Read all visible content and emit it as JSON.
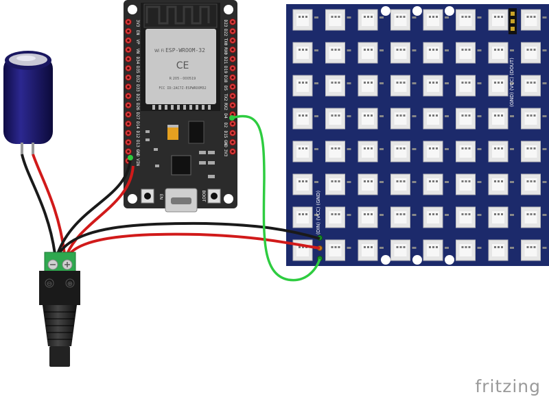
{
  "esp32": {
    "module_text": "ESP-WROOM-32",
    "fcc_text": "FCC ID:2AC7Z-ESPWROOM32",
    "r_text": "R 205 - 000519",
    "ce_text": "CE",
    "wifi_text": "Wi Fi",
    "en_label": "EN",
    "boot_label": "BOOT",
    "pins_left": [
      "3V3",
      "EN",
      "VP",
      "VN",
      "D34",
      "D35",
      "D32",
      "D33",
      "D25",
      "D26",
      "D27",
      "D14",
      "D12",
      "D13",
      "GND",
      "VIN"
    ],
    "pins_right": [
      "D23",
      "D22",
      "TX0",
      "RX0",
      "D21",
      "D19",
      "D18",
      "D5",
      "TX2",
      "RX2",
      "D4",
      "D2",
      "D15",
      "GND",
      "3V3"
    ]
  },
  "matrix": {
    "rows": 8,
    "cols": 8,
    "label_in": "(DIN) (VCC) (GND)",
    "label_out": "(GND) (VCC) (DOUT)"
  },
  "connector": {
    "minus_label": "⊖",
    "plus_label": "⊕"
  },
  "colors": {
    "board": "#2b2b2b",
    "matrix_board": "#1c2a6b",
    "wire_red": "#d11a1a",
    "wire_black": "#1a1a1a",
    "wire_green": "#2ecc40",
    "terminal_green": "#2fa84f",
    "capacitor": "#1e1a6e"
  },
  "watermark": "fritzing"
}
